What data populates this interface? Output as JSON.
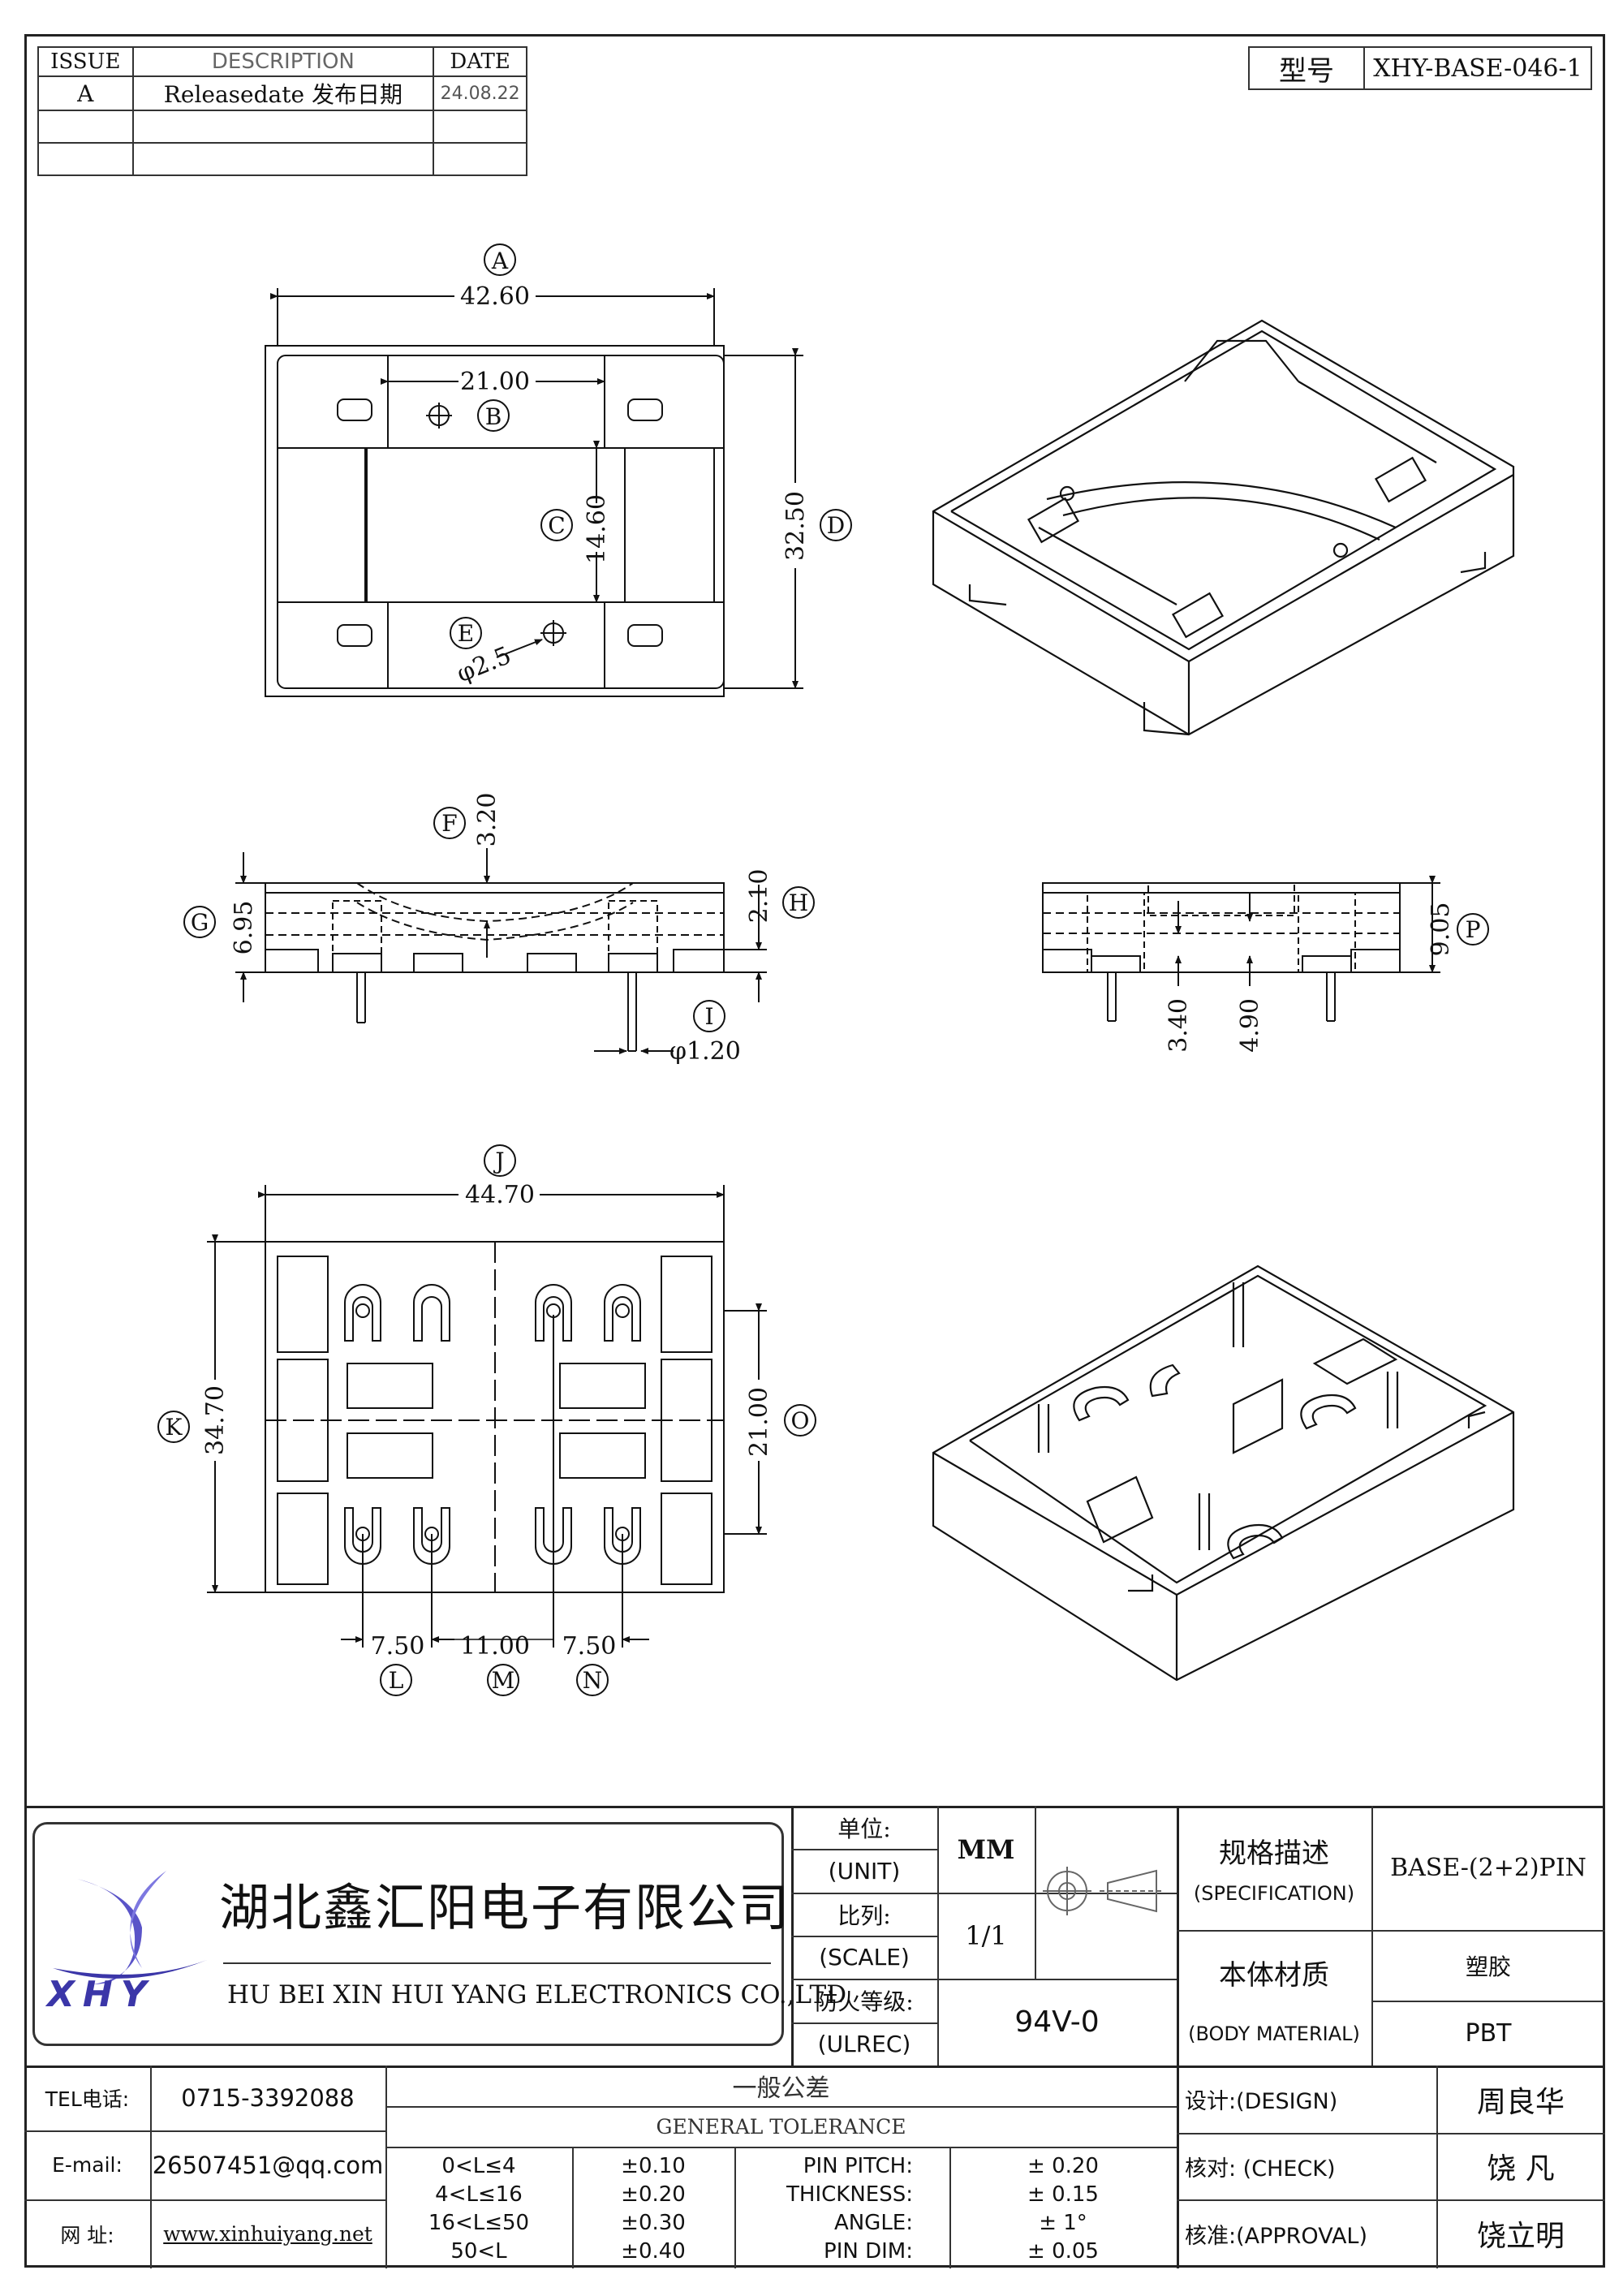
{
  "revision": {
    "headers": {
      "issue": "ISSUE",
      "description": "DESCRIPTION",
      "date": "DATE"
    },
    "rows": [
      {
        "issue": "A",
        "description": "Releasedate 发布日期",
        "date": "24.08.22"
      },
      {
        "issue": "",
        "description": "",
        "date": ""
      },
      {
        "issue": "",
        "description": "",
        "date": ""
      }
    ]
  },
  "model": {
    "label": "型号",
    "value": "XHY-BASE-046-1"
  },
  "dimensions": {
    "A": "A",
    "a_val": "42.60",
    "B": "B",
    "b_val": "21.00",
    "C": "C",
    "c_val": "14.60",
    "D": "D",
    "d_val": "32.50",
    "E": "E",
    "e_val": "φ2.5",
    "F": "F",
    "f_val": "3.20",
    "G": "G",
    "g_val": "6.95",
    "H": "H",
    "h_val": "2.10",
    "I": "I",
    "i_val": "φ1.20",
    "P": "P",
    "p_val": "9.05",
    "p_val2": "3.40",
    "p_val3": "4.90",
    "J": "J",
    "j_val": "44.70",
    "K": "K",
    "k_val": "34.70",
    "O": "O",
    "o_val": "21.00",
    "L": "L",
    "l_val": "7.50",
    "M": "M",
    "m_val": "11.00",
    "N": "N",
    "n_val": "7.50"
  },
  "company": {
    "name_cn": "湖北鑫汇阳电子有限公司",
    "name_en": "HU BEI XIN HUI YANG ELECTRONICS CO.,LTD",
    "logo_text": "XHY"
  },
  "info": {
    "unit_cn": "单位:",
    "unit_en": "(UNIT)",
    "unit_val": "MM",
    "scale_cn": "比列:",
    "scale_en": "(SCALE)",
    "scale_val": "1/1",
    "fire_cn": "防火等级:",
    "fire_en": "(ULREC)",
    "fire_val": "94V-0",
    "spec_cn": "规格描述",
    "spec_en": "(SPECIFICATION)",
    "spec_val": "BASE-(2+2)PIN",
    "mat_cn": "本体材质",
    "mat_en": "(BODY MATERIAL)",
    "mat_val1": "塑胶",
    "mat_val2": "PBT"
  },
  "contact": {
    "tel_label": "TEL电话:",
    "tel": "0715-3392088",
    "email_label": "E-mail:",
    "email": "26507451@qq.com",
    "web_label": "网  址:",
    "web": "www.xinhuiyang.net"
  },
  "tolerance": {
    "title_cn": "一般公差",
    "title_en": "GENERAL TOLERANCE",
    "rows": [
      {
        "range": "0<L≤4",
        "tol": "±0.10",
        "item": "PIN PITCH:",
        "val": "± 0.20"
      },
      {
        "range": "4<L≤16",
        "tol": "±0.20",
        "item": "THICKNESS:",
        "val": "± 0.15"
      },
      {
        "range": "16<L≤50",
        "tol": "±0.30",
        "item": "ANGLE:",
        "val": "± 1°"
      },
      {
        "range": "50<L",
        "tol": "±0.40",
        "item": "PIN DIM:",
        "val": "± 0.05"
      }
    ]
  },
  "signoff": {
    "design_label": "设计:(DESIGN)",
    "design": "周良华",
    "check_label": "核对: (CHECK)",
    "check": "饶 凡",
    "approval_label": "核准:(APPROVAL)",
    "approval": "饶立明"
  }
}
